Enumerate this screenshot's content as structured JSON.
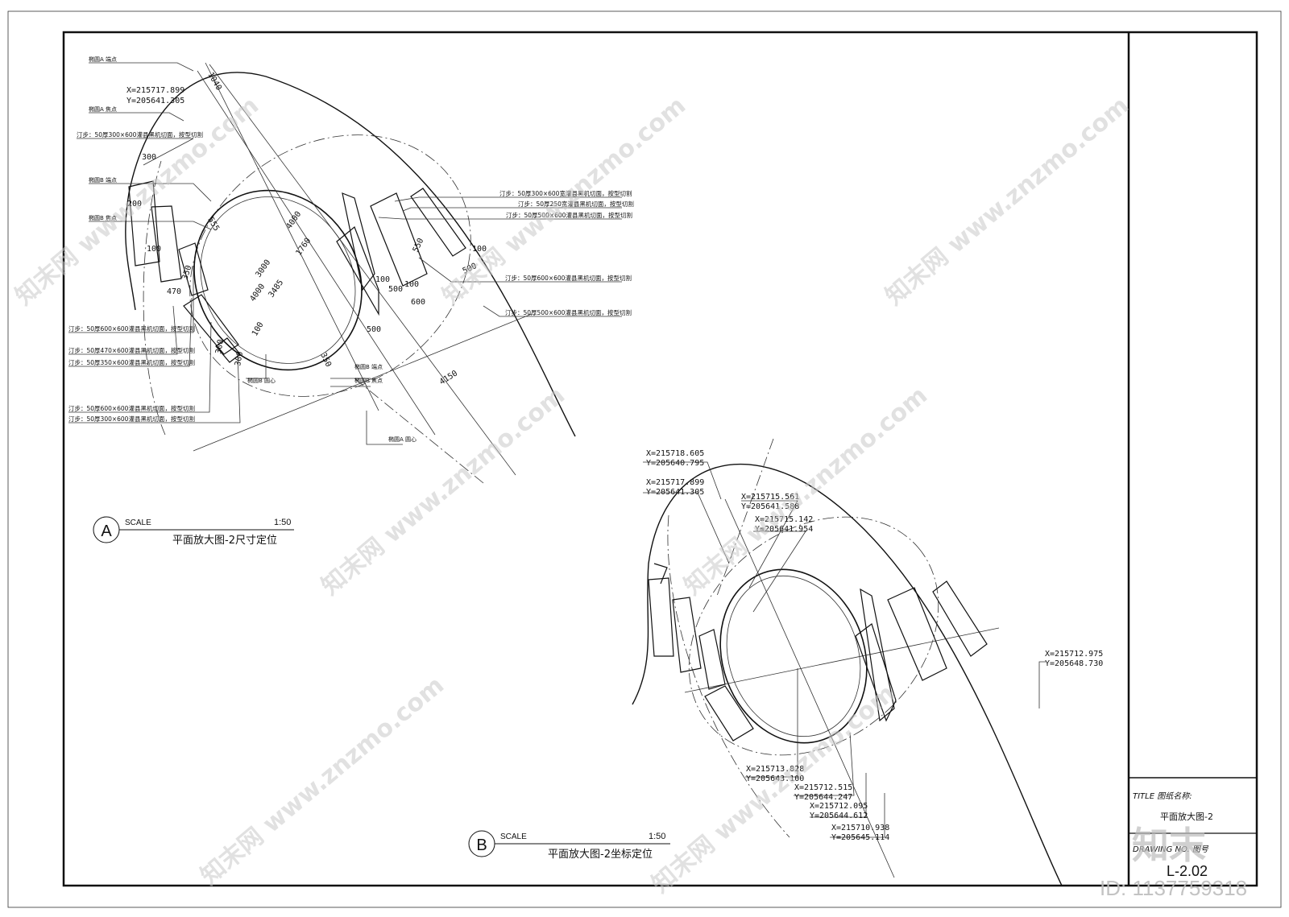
{
  "views": {
    "a": {
      "letter": "A",
      "scale_label": "SCALE",
      "scale_value": "1:50",
      "title": "平面放大图-2尺寸定位",
      "dimensions": [
        "1040",
        "300",
        "200",
        "100",
        "470",
        "350",
        "555",
        "3000",
        "3485",
        "4000",
        "1760",
        "4000",
        "100",
        "100",
        "500",
        "550",
        "500",
        "600",
        "100",
        "500",
        "350",
        "100",
        "300",
        "300",
        "4150"
      ],
      "labels": {
        "ellipseA_end": "椭圆A 端点",
        "ellipseA_focus": "椭圆A 焦点",
        "ellipseB_end_left": "椭圆B 端点",
        "ellipseB_focus_left": "椭圆B 焦点",
        "ellipseB_center": "椭圆B 圆心",
        "ellipseB_end_right": "椭圆B 端点",
        "ellipseB_focus_right": "椭圆B 焦点",
        "ellipseA_center": "椭圆A 圆心",
        "coord": [
          "X=215717.899",
          "Y=205641.305"
        ]
      },
      "notes_left": [
        "汀步：50厚300×600灌县黑机切面，按型切割",
        "汀步：50厚600×600灌县黑机切面，按型切割",
        "汀步：50厚470×600灌县黑机切面，按型切割",
        "汀步：50厚350×600灌县黑机切面，按型切割",
        "汀步：50厚600×600灌县黑机切面，按型切割",
        "汀步：50厚300×600灌县黑机切面，按型切割"
      ],
      "notes_right": [
        "汀步：50厚300×600宽灌县黑机切面，按型切割",
        "汀步：50厚250宽灌县黑机切面，按型切割",
        "汀步：50厚500×600灌县黑机切面，按型切割",
        "汀步：50厚600×600灌县黑机切面，按型切割",
        "汀步：50厚500×600灌县黑机切面，按型切割"
      ]
    },
    "b": {
      "letter": "B",
      "scale_label": "SCALE",
      "scale_value": "1:50",
      "title": "平面放大图-2坐标定位",
      "coords": [
        [
          "X=215718.605",
          "Y=205640.795"
        ],
        [
          "X=215717.899",
          "Y=205641.305"
        ],
        [
          "X=215715.561",
          "Y=205641.588"
        ],
        [
          "X=215715.142",
          "Y=205641.954"
        ],
        [
          "X=215712.975",
          "Y=205648.730"
        ],
        [
          "X=215713.828",
          "Y=205643.100"
        ],
        [
          "X=215712.515",
          "Y=205644.247"
        ],
        [
          "X=215712.095",
          "Y=205644.612"
        ],
        [
          "X=215710.938",
          "Y=205645.114"
        ]
      ]
    }
  },
  "title_block": {
    "title_label": "TITLE 图纸名称:",
    "title_value": "平面放大图-2",
    "drawing_no_label": "DRAWING NO. 图号",
    "drawing_no_value": "L-2.02"
  },
  "watermark": {
    "brand": "知末网 www.znzmo.com",
    "logo": "知末",
    "id": "ID: 1137759318"
  }
}
